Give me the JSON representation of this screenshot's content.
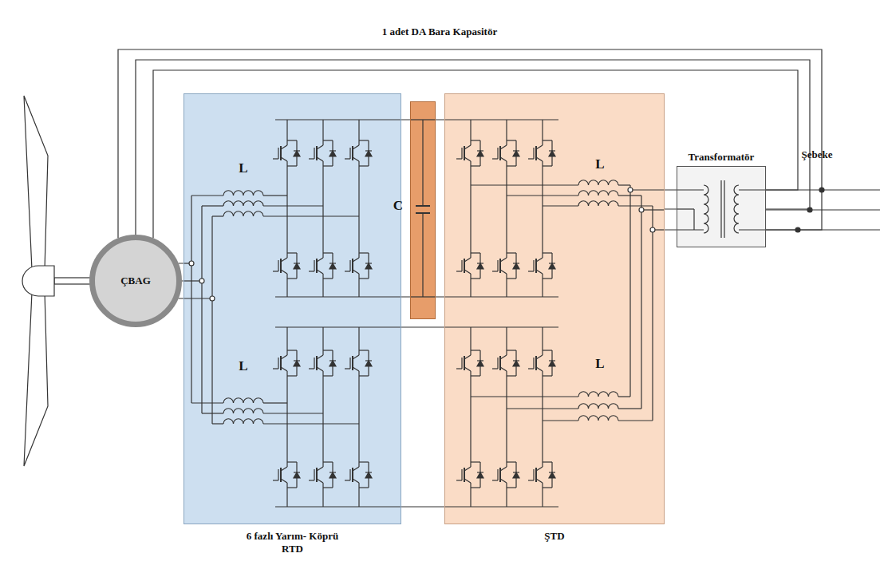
{
  "diagram": {
    "title": "1 adet DA Bara Kapasitör",
    "nodes": [
      {
        "text": [
          "ÇBAG"
        ]
      },
      {
        "text": [
          "6 fazlı Yarım- Köprü RTD"
        ]
      },
      {
        "text": [
          "C"
        ]
      },
      {
        "text": [
          "ŞTD"
        ]
      },
      {
        "text": [
          "Transformatör"
        ]
      }
    ],
    "edges": [
      {
        "from": 0,
        "to": 1,
        "arrow": "none"
      },
      {
        "from": 1,
        "to": 2,
        "arrow": "none"
      },
      {
        "from": 2,
        "to": 3,
        "arrow": "none"
      },
      {
        "from": 1,
        "to": 3,
        "arrow": "none"
      },
      {
        "from": 3,
        "to": 4,
        "arrow": "none"
      },
      {
        "from": 0,
        "to": 4,
        "arrow": "none"
      }
    ],
    "labels": [
      "L",
      "L",
      "L",
      "L",
      "Şebeke"
    ]
  }
}
